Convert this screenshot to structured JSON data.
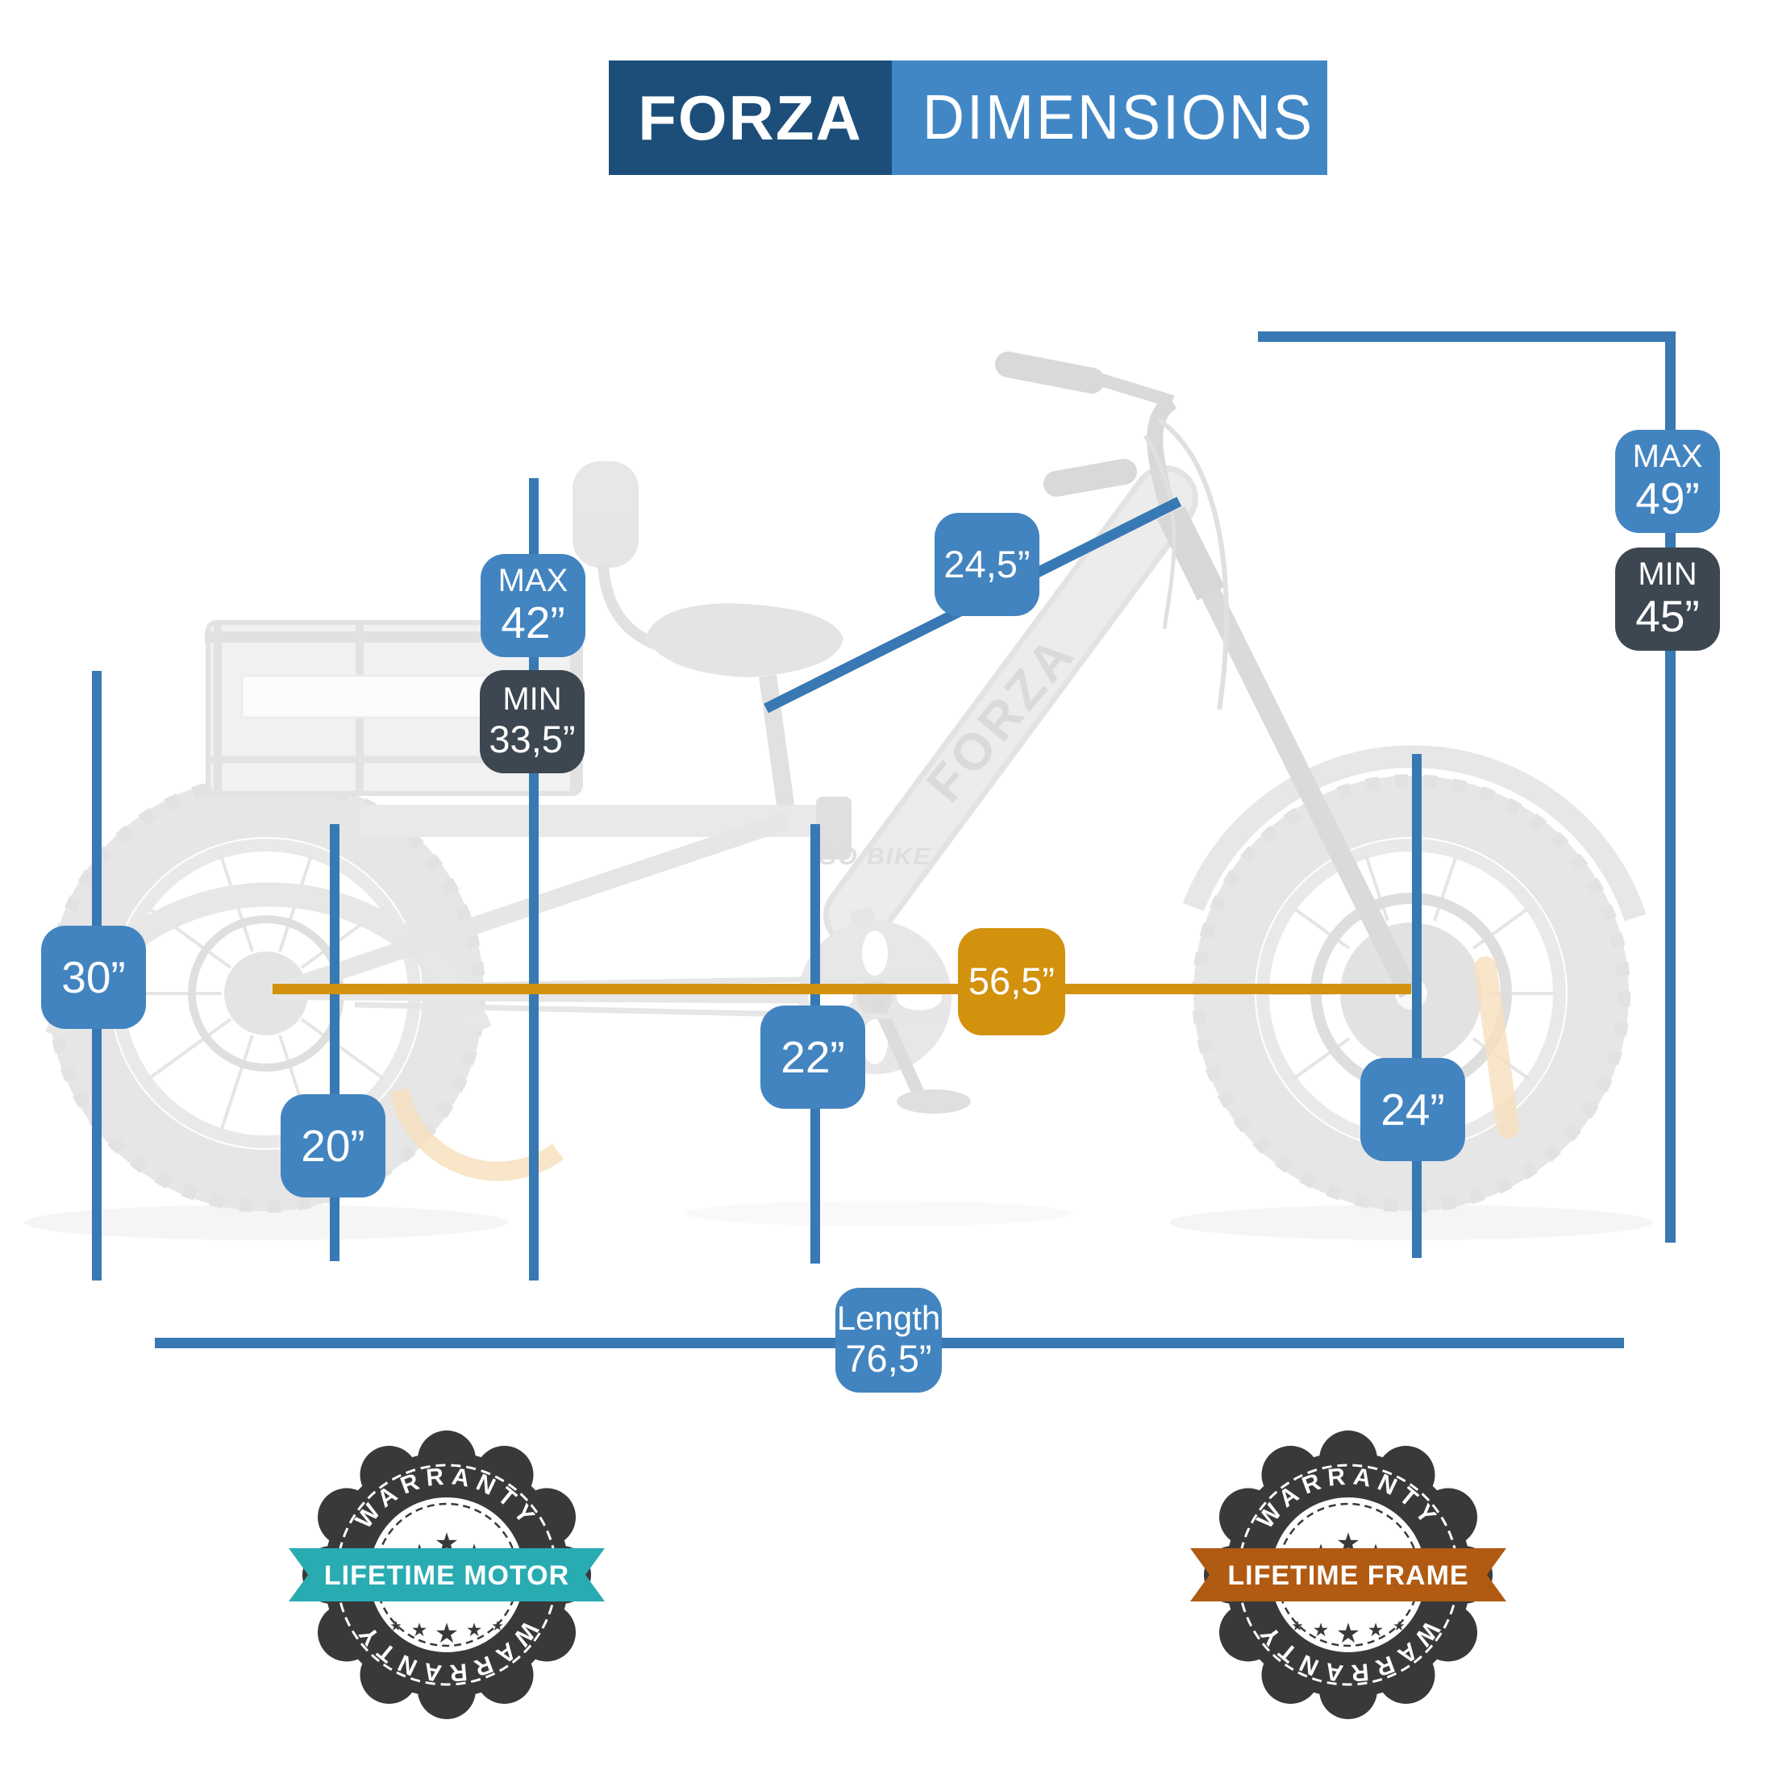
{
  "title": {
    "brand": "FORZA",
    "label": "DIMENSIONS"
  },
  "colors": {
    "blue_line": "#3879b4",
    "blue_label": "#4284c0",
    "dark_label": "#3d4751",
    "orange": "#d2920e",
    "title_dark": "#1d4e7a",
    "title_light": "#4287c5",
    "badge_dark": "#39393b",
    "teal": "#29abb2",
    "brown": "#b15a12",
    "logo_gray": "#8e8e8e"
  },
  "measurements": {
    "handlebar_max": {
      "prefix": "MAX",
      "value": "49”"
    },
    "handlebar_min": {
      "prefix": "MIN",
      "value": "45”"
    },
    "seat_max": {
      "prefix": "MAX",
      "value": "42”"
    },
    "seat_min": {
      "prefix": "MIN",
      "value": "33,5”"
    },
    "seat_to_handlebar": {
      "value": "24,5”"
    },
    "basket_height": {
      "value": "30”"
    },
    "rear_wheel": {
      "value": "20”"
    },
    "standover": {
      "value": "22”"
    },
    "front_wheel": {
      "value": "24”"
    },
    "wheelbase": {
      "value": "56,5”"
    },
    "length": {
      "prefix": "Length",
      "value": "76,5”"
    }
  },
  "bike": {
    "frame_logo": "FORZA",
    "tube_logo": "GO BIKE"
  },
  "badges": [
    {
      "arc_top": "WARRANTY",
      "arc_bottom": "WARRANTY",
      "ribbon": "LIFETIME MOTOR",
      "ribbon_color": "#29abb2"
    },
    {
      "arc_top": "WARRANTY",
      "arc_bottom": "WARRANTY",
      "ribbon": "LIFETIME FRAME",
      "ribbon_color": "#b15a12"
    }
  ]
}
